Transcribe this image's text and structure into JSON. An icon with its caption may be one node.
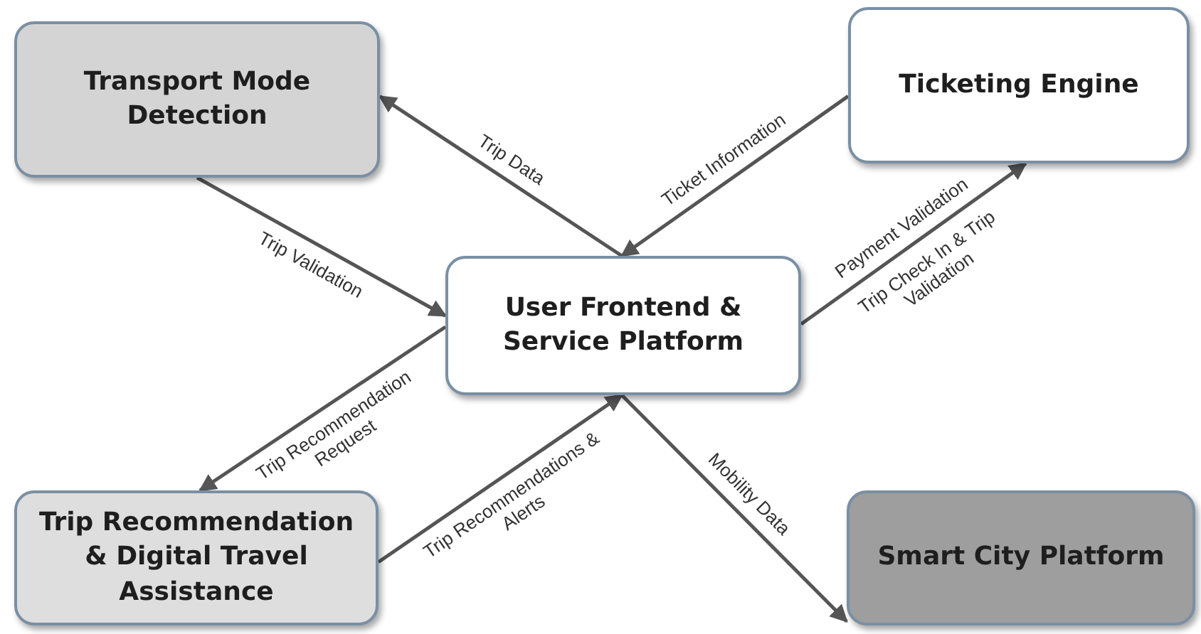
{
  "diagram": {
    "nodes": [
      {
        "text": [
          "Transport Mode Detection"
        ]
      },
      {
        "text": [
          "Ticketing Engine"
        ]
      },
      {
        "text": [
          "User Frontend & Service Platform"
        ]
      },
      {
        "text": [
          "Trip Recommendation & Digital Travel Assistance"
        ]
      },
      {
        "text": [
          "Smart City Platform"
        ]
      }
    ],
    "edges": [
      {
        "from": 2,
        "to": 0,
        "arrow": "to",
        "label": "Trip Data"
      },
      {
        "from": 1,
        "to": 2,
        "arrow": "to",
        "label": "Ticket Information"
      },
      {
        "from": 0,
        "to": 2,
        "arrow": "to",
        "label": "Trip Validation"
      },
      {
        "from": 2,
        "to": 3,
        "arrow": "to",
        "label": "Trip Recommendation Request"
      },
      {
        "from": 3,
        "to": 2,
        "arrow": "to",
        "label": "Trip Recommendations & Alerts"
      },
      {
        "from": 2,
        "to": 1,
        "arrow": "to",
        "label": "Payment Validation"
      },
      {
        "from": 2,
        "to": 4,
        "arrow": "to",
        "label": "Mobility Data"
      }
    ],
    "labels": [
      "Trip Check In & Trip Validation"
    ]
  }
}
